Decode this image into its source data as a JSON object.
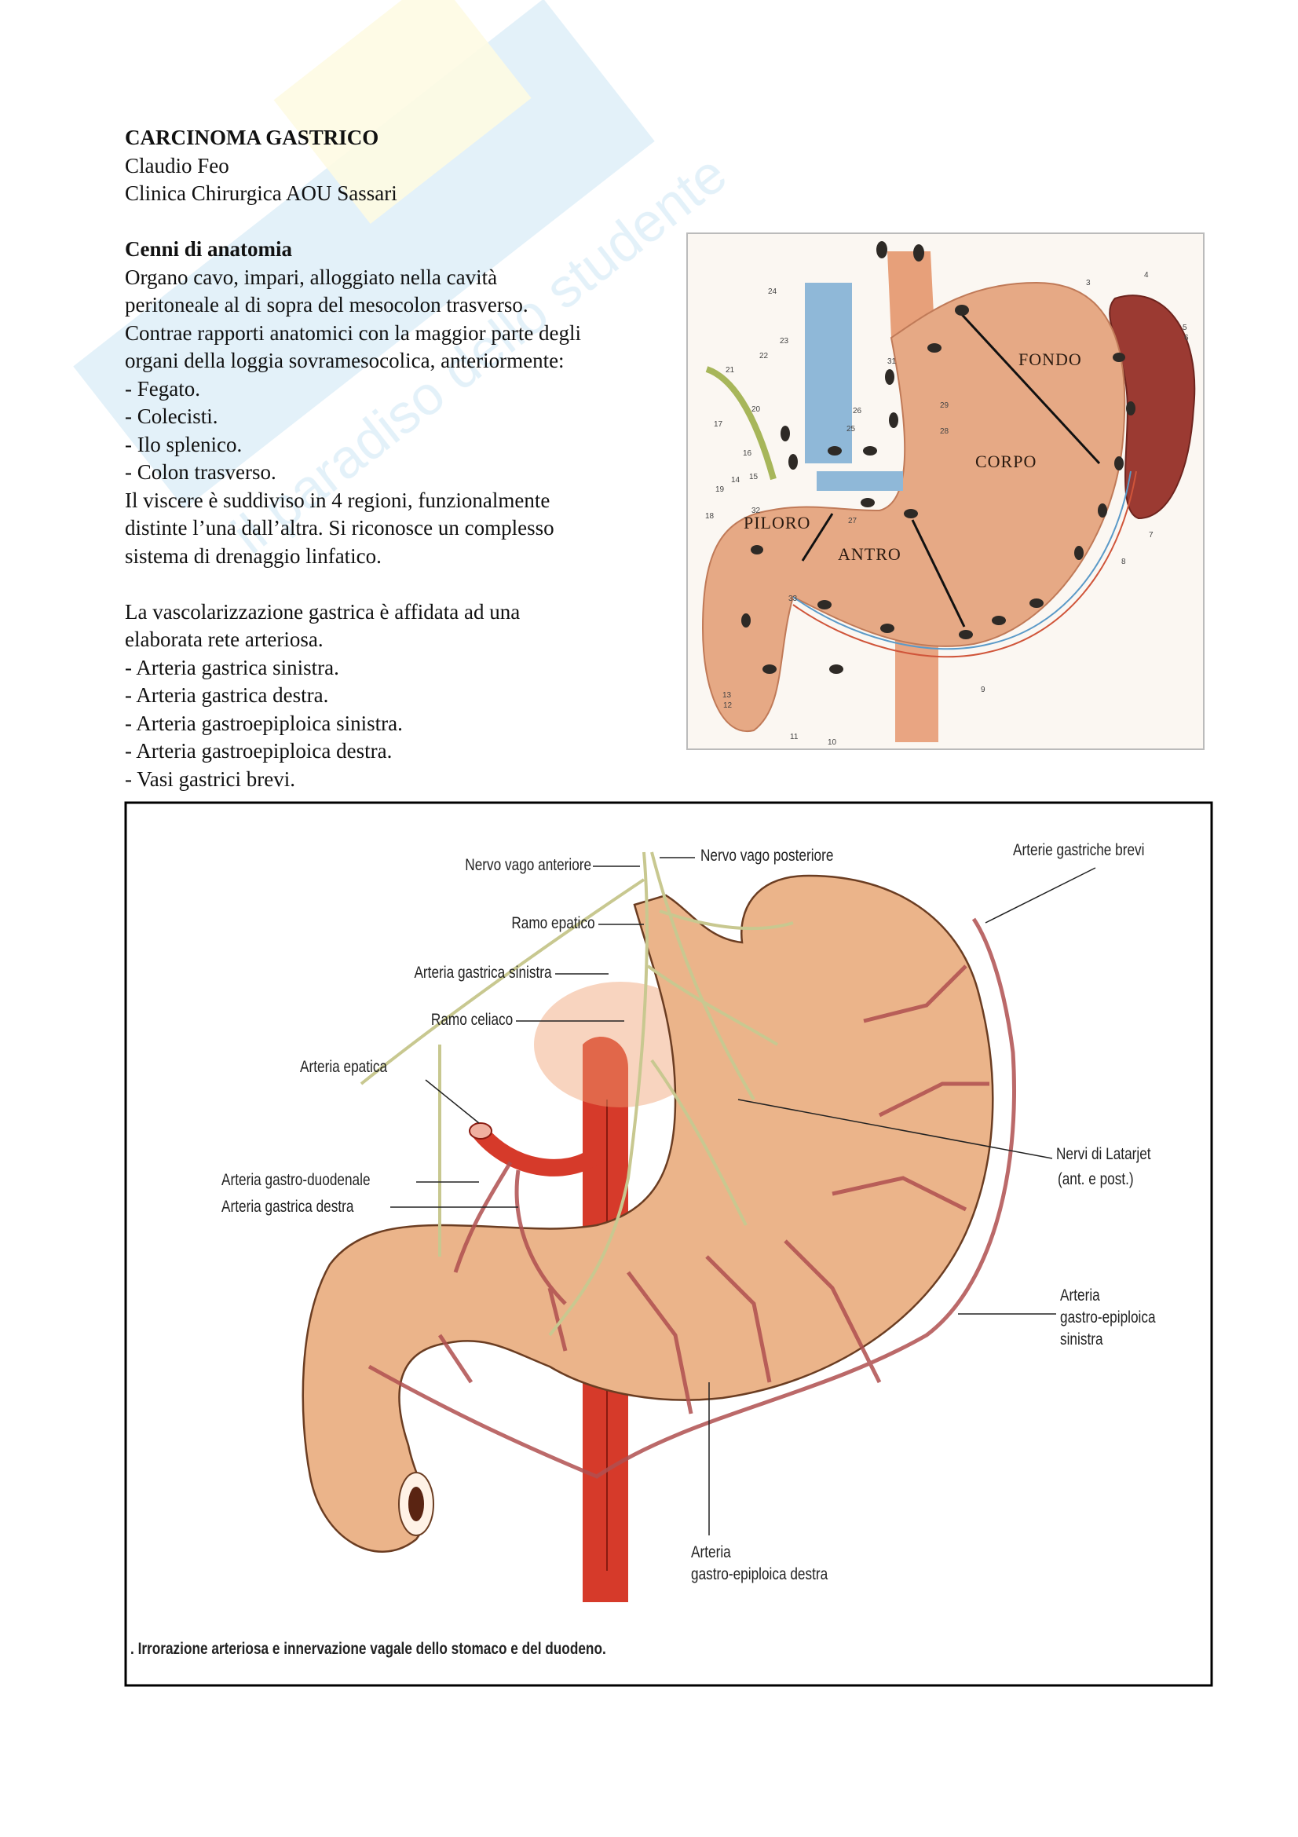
{
  "header": {
    "title": "CARCINOMA GASTRICO",
    "author": "Claudio Feo",
    "affiliation": "Clinica Chirurgica AOU Sassari"
  },
  "anatomy": {
    "heading": "Cenni di anatomia",
    "lines": [
      "Organo cavo, impari, alloggiato nella cavità",
      "peritoneale al di sopra del mesocolon trasverso.",
      "Contrae rapporti anatomici con la maggior parte degli",
      "organi della loggia sovramesocolica, anteriormente:",
      "- Fegato.",
      "- Colecisti.",
      "- Ilo splenico.",
      "- Colon trasverso.",
      "Il viscere è suddiviso in 4 regioni, funzionalmente",
      "distinte l’una dall’altra. Si riconosce un complesso",
      "sistema di drenaggio linfatico."
    ]
  },
  "vascular": {
    "lines": [
      "La vascolarizzazione gastrica è affidata ad una",
      "elaborata rete arteriosa.",
      "- Arteria gastrica sinistra.",
      "- Arteria gastrica destra.",
      "- Arteria gastroepiploica sinistra.",
      "- Arteria gastroepiploica destra.",
      "- Vasi gastrici brevi."
    ]
  },
  "figure_top": {
    "regions": [
      "FONDO",
      "CORPO",
      "PILORO",
      "ANTRO"
    ],
    "numbers": [
      "24",
      "23",
      "22",
      "21",
      "20",
      "17",
      "16",
      "14",
      "15",
      "19",
      "18",
      "32",
      "27",
      "33",
      "13",
      "12",
      "11",
      "10",
      "9",
      "8",
      "7",
      "6",
      "5",
      "4",
      "3",
      "31",
      "29",
      "28",
      "26",
      "25"
    ]
  },
  "figure_bottom": {
    "labels": {
      "nervo_vago_anteriore": "Nervo vago anteriore",
      "nervo_vago_posteriore": "Nervo vago posteriore",
      "arterie_gastriche_brevi": "Arterie gastriche brevi",
      "ramo_epatico": "Ramo epatico",
      "arteria_gastrica_sinistra": "Arteria gastrica sinistra",
      "ramo_celiaco": "Ramo celiaco",
      "arteria_epatica": "Arteria epatica",
      "arteria_gastro_duodenale": "Arteria gastro-duodenale",
      "arteria_gastrica_destra": "Arteria gastrica destra",
      "nervi_latarjet_1": "Nervi di Latarjet",
      "nervi_latarjet_2": "(ant. e post.)",
      "gep_sinistra_1": "Arteria",
      "gep_sinistra_2": "gastro-epiploica",
      "gep_sinistra_3": "sinistra",
      "gep_destra_1": "Arteria",
      "gep_destra_2": "gastro-epiploica destra"
    },
    "caption": ". Irrorazione arteriosa e innervazione vagale dello stomaco e del duodeno."
  }
}
